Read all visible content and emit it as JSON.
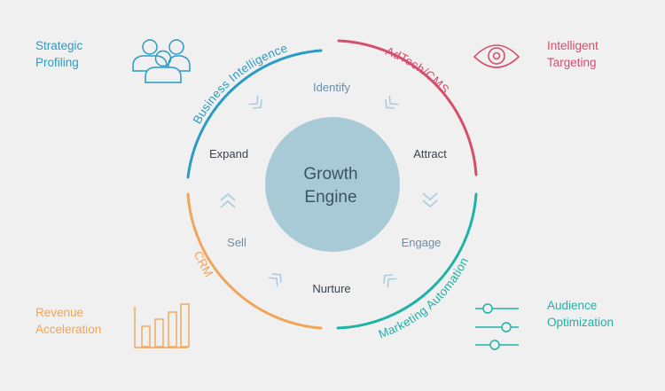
{
  "center": {
    "line1": "Growth",
    "line2": "Engine"
  },
  "steps": [
    "Identify",
    "Attract",
    "Engage",
    "Nurture",
    "Sell",
    "Expand"
  ],
  "segments": [
    {
      "label": "Business Intelligence",
      "color": "#2a9bc4"
    },
    {
      "label": "AdTech/CMS",
      "color": "#d64e6c"
    },
    {
      "label": "Marketing Automation",
      "color": "#1fb2a6"
    },
    {
      "label": "CRM",
      "color": "#f0a559"
    }
  ],
  "corners": {
    "top_left": {
      "line1": "Strategic",
      "line2": "Profiling",
      "color": "#2a9bc4",
      "icon": "people-icon"
    },
    "top_right": {
      "line1": "Intelligent",
      "line2": "Targeting",
      "color": "#d64e6c",
      "icon": "eye-icon"
    },
    "bottom_left": {
      "line1": "Revenue",
      "line2": "Acceleration",
      "color": "#f0a559",
      "icon": "bar-chart-icon"
    },
    "bottom_right": {
      "line1": "Audience",
      "line2": "Optimization",
      "color": "#1fb2a6",
      "icon": "sliders-icon"
    }
  },
  "colors": {
    "background": "#f0f0f0",
    "center_fill": "#a8cad7",
    "center_text": "#3b5560",
    "step_text": "#3a4450",
    "step_text_light": "#6a8ea8",
    "chevron": "#a9cde0"
  }
}
